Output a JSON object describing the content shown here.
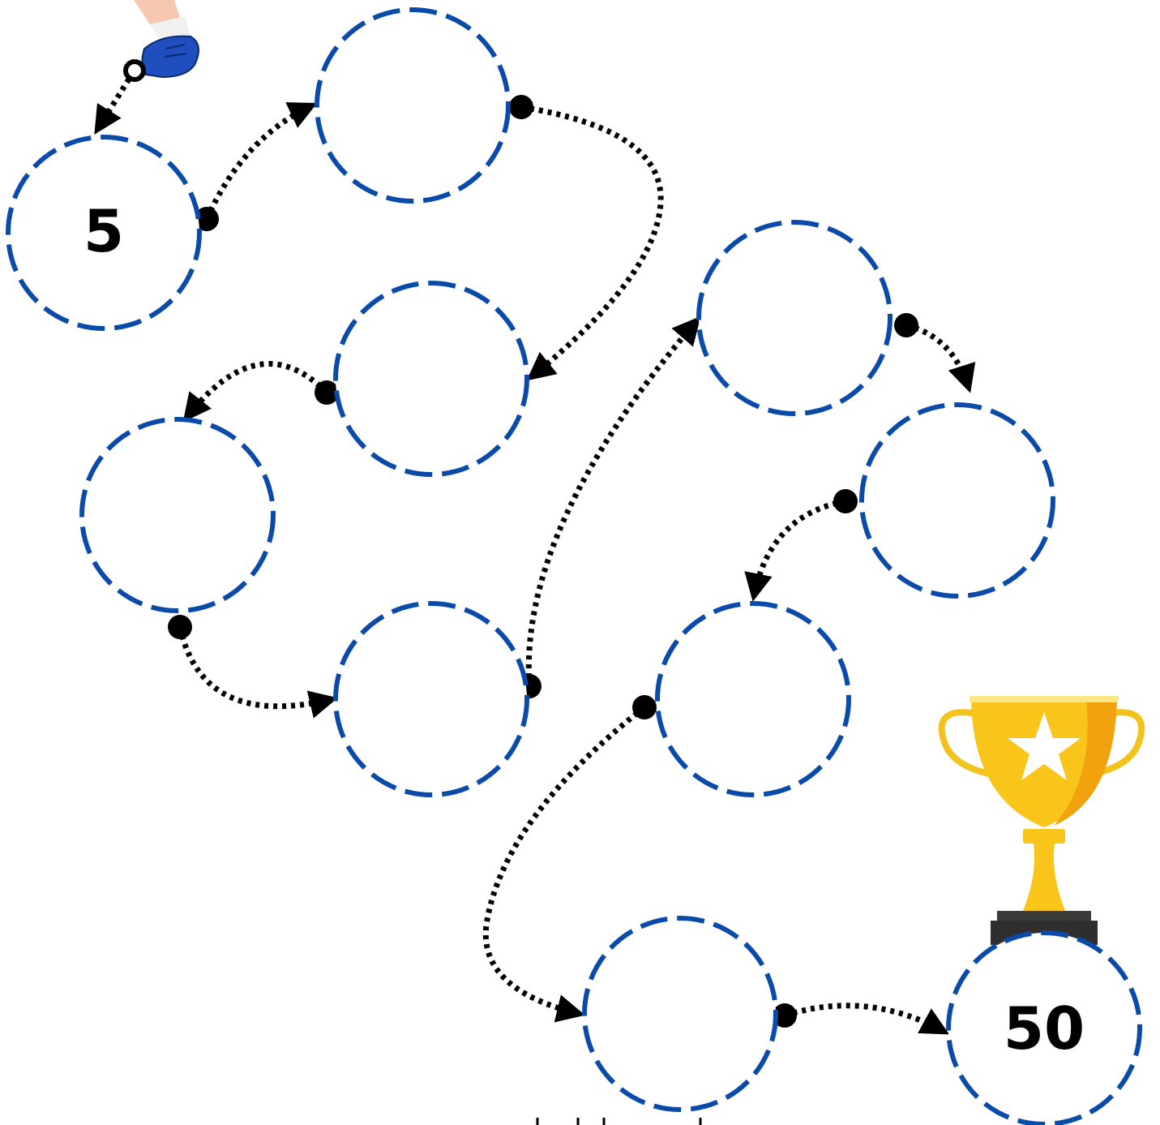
{
  "game": {
    "type": "skip-counting path puzzle",
    "start_value": "5",
    "end_value": "50",
    "steps": [
      {
        "id": 1,
        "value": "5"
      },
      {
        "id": 2,
        "value": ""
      },
      {
        "id": 3,
        "value": ""
      },
      {
        "id": 4,
        "value": ""
      },
      {
        "id": 5,
        "value": ""
      },
      {
        "id": 6,
        "value": ""
      },
      {
        "id": 7,
        "value": ""
      },
      {
        "id": 8,
        "value": ""
      },
      {
        "id": 9,
        "value": ""
      },
      {
        "id": 10,
        "value": "50"
      }
    ],
    "circle_color": "#0a4aa8",
    "path_color": "#000000",
    "icons": [
      "shoe-icon",
      "trophy-icon"
    ]
  }
}
